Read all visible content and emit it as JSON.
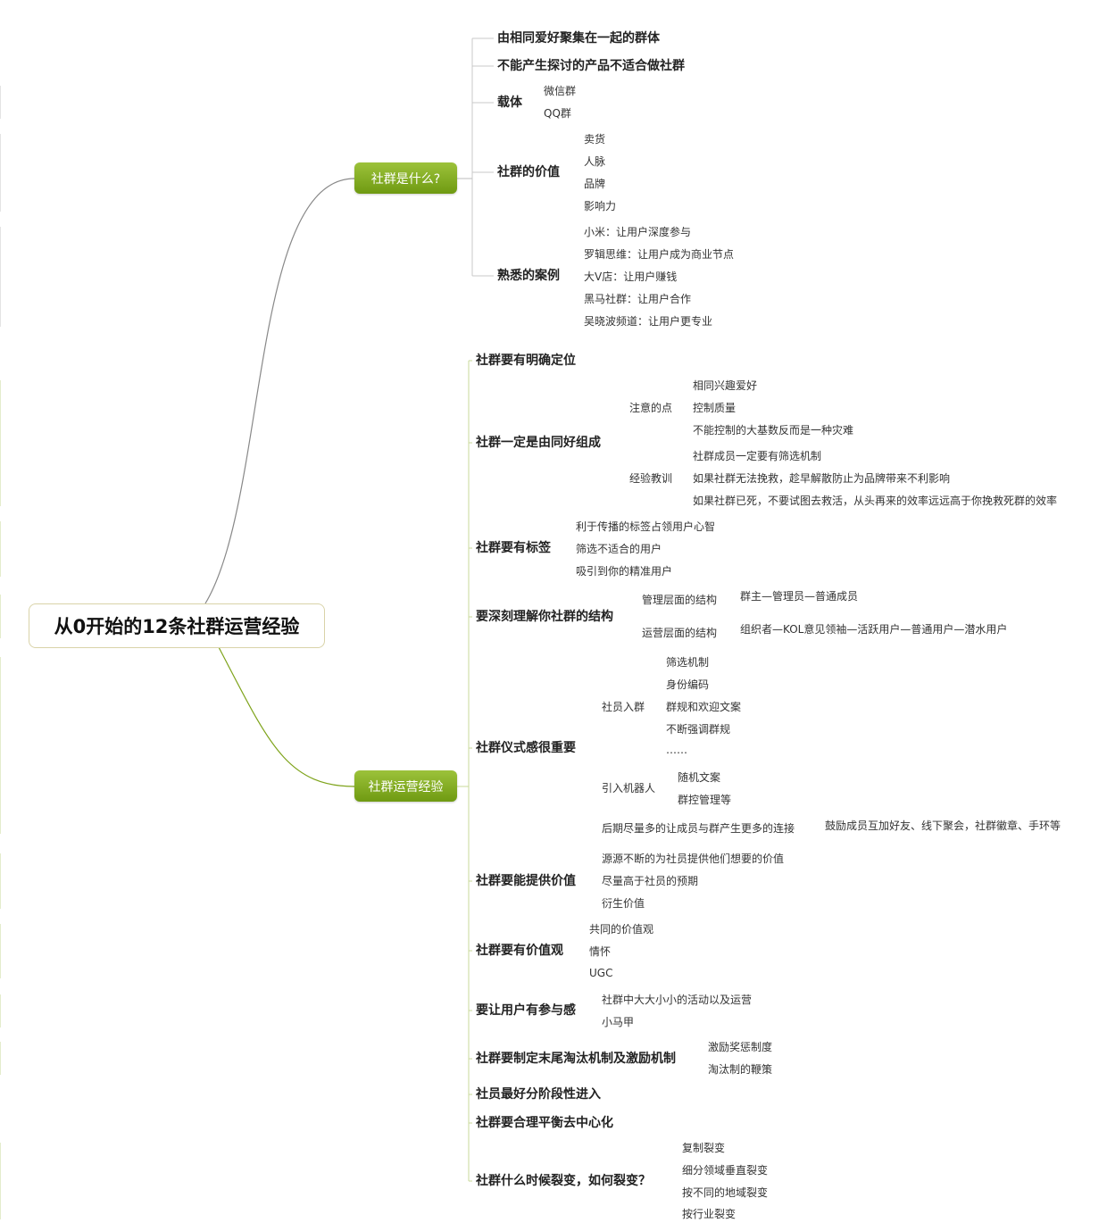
{
  "root": "从0开始的12条社群运营经验",
  "branches": [
    {
      "label": "社群是什么?",
      "topics": [
        {
          "label": "由相同爱好聚集在一起的群体"
        },
        {
          "label": "不能产生探讨的产品不适合做社群"
        },
        {
          "label": "载体",
          "items": [
            {
              "label": "微信群"
            },
            {
              "label": "QQ群"
            }
          ]
        },
        {
          "label": "社群的价值",
          "items": [
            {
              "label": "卖货"
            },
            {
              "label": "人脉"
            },
            {
              "label": "品牌"
            },
            {
              "label": "影响力"
            }
          ]
        },
        {
          "label": "熟悉的案例",
          "items": [
            {
              "label": "小米：让用户深度参与"
            },
            {
              "label": "罗辑思维：让用户成为商业节点"
            },
            {
              "label": "大V店：让用户赚钱"
            },
            {
              "label": "黑马社群：让用户合作"
            },
            {
              "label": "吴晓波频道：让用户更专业"
            }
          ]
        }
      ]
    },
    {
      "label": "社群运营经验",
      "topics": [
        {
          "label": "社群要有明确定位"
        },
        {
          "label": "社群一定是由同好组成",
          "items": [
            {
              "label": "注意的点",
              "items": [
                {
                  "label": "相同兴趣爱好"
                },
                {
                  "label": "控制质量"
                },
                {
                  "label": "不能控制的大基数反而是一种灾难"
                }
              ]
            },
            {
              "label": "经验教训",
              "items": [
                {
                  "label": "社群成员一定要有筛选机制"
                },
                {
                  "label": "如果社群无法挽救，趁早解散防止为品牌带来不利影响"
                },
                {
                  "label": "如果社群已死，不要试图去救活，从头再来的效率远远高于你挽救死群的效率"
                }
              ]
            }
          ]
        },
        {
          "label": "社群要有标签",
          "items": [
            {
              "label": "利于传播的标签占领用户心智"
            },
            {
              "label": "筛选不适合的用户"
            },
            {
              "label": "吸引到你的精准用户"
            }
          ]
        },
        {
          "label": "要深刻理解你社群的结构",
          "items": [
            {
              "label": "管理层面的结构",
              "items": [
                {
                  "label": "群主—管理员—普通成员"
                }
              ]
            },
            {
              "label": "运营层面的结构",
              "items": [
                {
                  "label": "组织者—KOL意见领袖—活跃用户—普通用户—潜水用户"
                }
              ]
            }
          ]
        },
        {
          "label": "社群仪式感很重要",
          "items": [
            {
              "label": "社员入群",
              "items": [
                {
                  "label": "筛选机制"
                },
                {
                  "label": "身份编码"
                },
                {
                  "label": "群规和欢迎文案"
                },
                {
                  "label": "不断强调群规"
                },
                {
                  "label": "……"
                }
              ]
            },
            {
              "label": "引入机器人",
              "items": [
                {
                  "label": "随机文案"
                },
                {
                  "label": "群控管理等"
                }
              ]
            },
            {
              "label": "后期尽量多的让成员与群产生更多的连接",
              "items": [
                {
                  "label": "鼓励成员互加好友、线下聚会，社群徽章、手环等"
                }
              ]
            }
          ]
        },
        {
          "label": "社群要能提供价值",
          "items": [
            {
              "label": "源源不断的为社员提供他们想要的价值"
            },
            {
              "label": "尽量高于社员的预期"
            },
            {
              "label": "衍生价值"
            }
          ]
        },
        {
          "label": "社群要有价值观",
          "items": [
            {
              "label": "共同的价值观"
            },
            {
              "label": "情怀"
            },
            {
              "label": "UGC"
            }
          ]
        },
        {
          "label": "要让用户有参与感",
          "items": [
            {
              "label": "社群中大大小小的活动以及运营"
            },
            {
              "label": "小马甲"
            }
          ]
        },
        {
          "label": "社群要制定末尾淘汰机制及激励机制",
          "items": [
            {
              "label": "激励奖惩制度"
            },
            {
              "label": "淘汰制的鞭策"
            }
          ]
        },
        {
          "label": "社员最好分阶段性进入"
        },
        {
          "label": "社群要合理平衡去中心化"
        },
        {
          "label": "社群什么时候裂变，如何裂变？",
          "items": [
            {
              "label": "复制裂变"
            },
            {
              "label": "细分领域垂直裂变"
            },
            {
              "label": "按不同的地域裂变"
            },
            {
              "label": "按行业裂变"
            }
          ]
        }
      ]
    }
  ]
}
